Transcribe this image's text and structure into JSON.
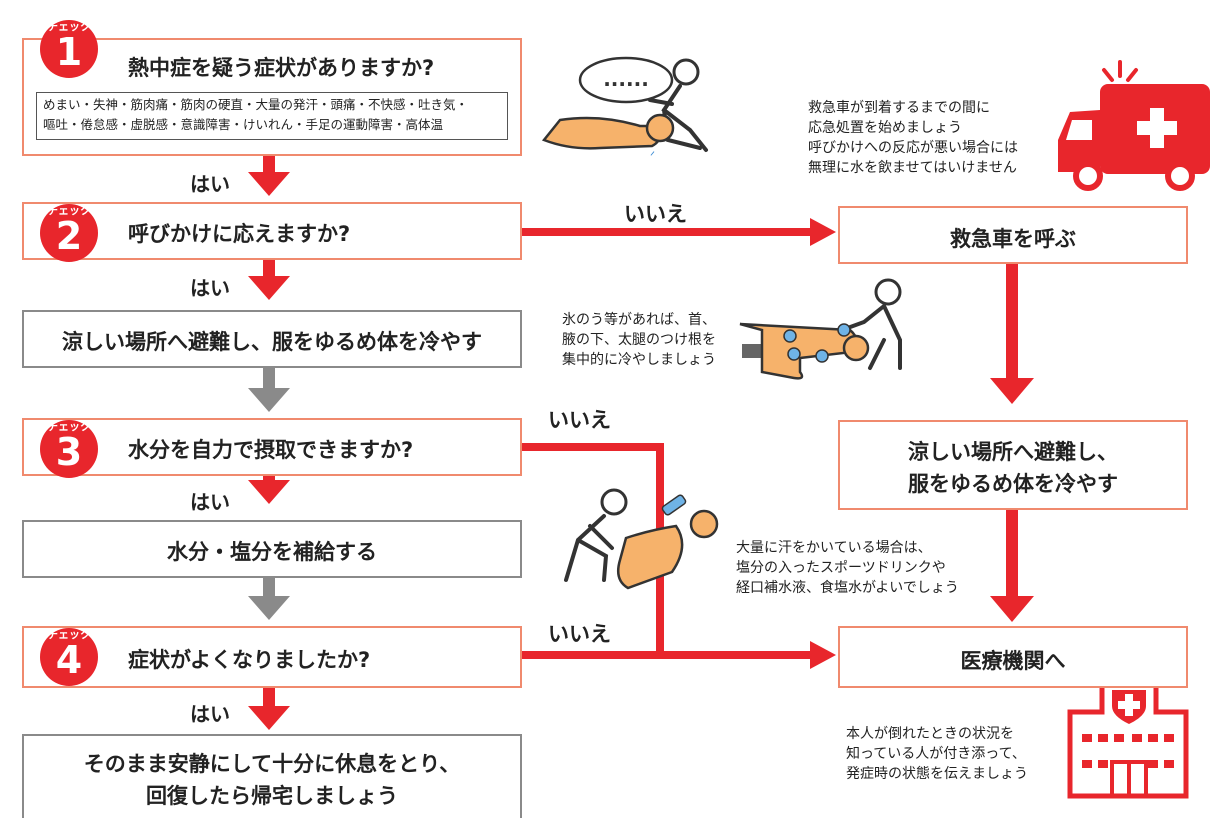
{
  "check_label": "チェック",
  "yes_label": "はい",
  "no_label": "いいえ",
  "checks": [
    {
      "number": "1",
      "question": "熱中症を疑う症状がありますか?"
    },
    {
      "number": "2",
      "question": "呼びかけに応えますか?"
    },
    {
      "number": "3",
      "question": "水分を自力で摂取できますか?"
    },
    {
      "number": "4",
      "question": "症状がよくなりましたか?"
    }
  ],
  "symptoms": {
    "line1": "めまい・失神・筋肉痛・筋肉の硬直・大量の発汗・頭痛・不快感・吐き気・",
    "line2": "嘔吐・倦怠感・虚脱感・意識障害・けいれん・手足の運動障害・高体温"
  },
  "actions": {
    "cool_down": "涼しい場所へ避難し、服をゆるめ体を冷やす",
    "hydrate": "水分・塩分を補給する",
    "rest_line1": "そのまま安静にして十分に休息をとり、",
    "rest_line2": "回復したら帰宅しましょう",
    "call_ambulance": "救急車を呼ぶ",
    "cool_down_line1": "涼しい場所へ避難し、",
    "cool_down_line2": "服をゆるめ体を冷やす",
    "hospital": "医療機関へ"
  },
  "notes": {
    "ambulance": [
      "救急車が到着するまでの間に",
      "応急処置を始めましょう",
      "呼びかけへの反応が悪い場合には",
      "無理に水を飲ませてはいけません"
    ],
    "ice": [
      "氷のう等があれば、首、",
      "腋の下、太腿のつけ根を",
      "集中的に冷やしましょう"
    ],
    "sweat": [
      "大量に汗をかいている場合は、",
      "塩分の入ったスポーツドリンクや",
      "経口補水液、食塩水がよいでしょう"
    ],
    "hospital": [
      "本人が倒れたときの状況を",
      "知っている人が付き添って、",
      "発症時の状態を伝えましょう"
    ]
  },
  "colors": {
    "red": "#e8262c",
    "salmon": "#f08a6e",
    "gray": "#8a8a8a",
    "skin": "#f6b26b"
  }
}
